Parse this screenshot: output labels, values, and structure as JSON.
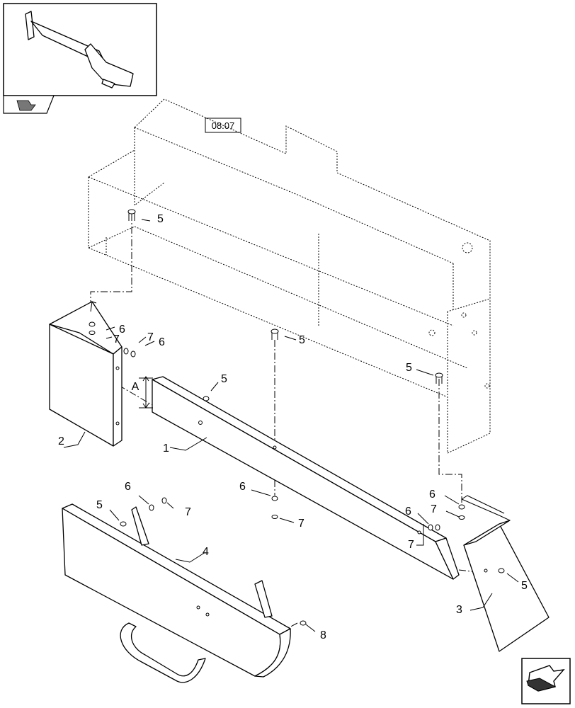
{
  "reference_box": "08.07",
  "dimension_label": "A",
  "callouts": {
    "part1": "1",
    "part2": "2",
    "part3": "3",
    "part4": "4",
    "bolt_top": "5",
    "bolt_center": "5",
    "bolt_right": "5",
    "bolt_panel1": "5",
    "bolt_panel4": "5",
    "bolt_part3": "5",
    "washer_left_a": "6",
    "washer_left_b": "6",
    "washer_panel4": "6",
    "washer_center": "6",
    "washer_right_a": "6",
    "washer_right_b": "6",
    "nut_left_a": "7",
    "nut_left_b": "7",
    "nut_panel4": "7",
    "nut_center": "7",
    "nut_right_a": "7",
    "nut_right_b": "7",
    "screw_part4": "8"
  },
  "icons": {
    "thumbnail": "locator-thumbnail-icon",
    "view_marker": "view-direction-icon",
    "navigation": "next-page-arrow-icon"
  }
}
